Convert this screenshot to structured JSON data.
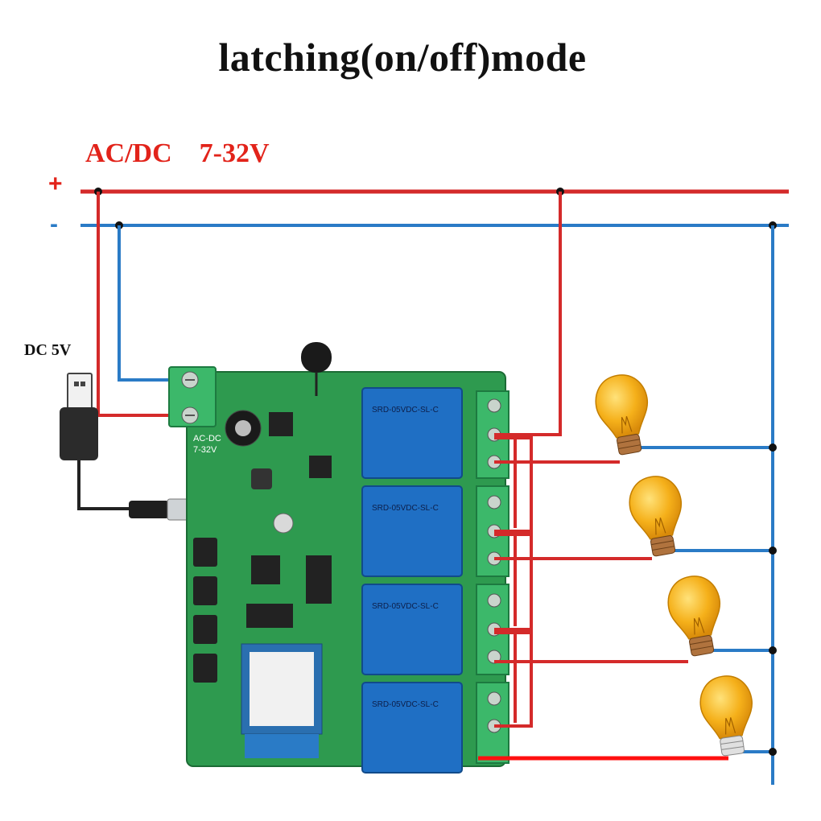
{
  "title": "latching(on/off)mode",
  "supply_label": "AC/DC    7-32V",
  "plus_sign": "+",
  "minus_sign": "-",
  "usb_label": "DC 5V",
  "board_input_label": "AC-DC\n7-32V",
  "relay_marking": "SRD-05VDC-SL-C",
  "colors": {
    "positive_wire": "#d42a2a",
    "negative_wire": "#2a7bc6",
    "pcb": "#2e9a4f",
    "relay": "#1f6fc4",
    "terminal": "#3cb86a",
    "bulb": "#f5b01a"
  },
  "relay_count": 4,
  "bulb_count": 4
}
